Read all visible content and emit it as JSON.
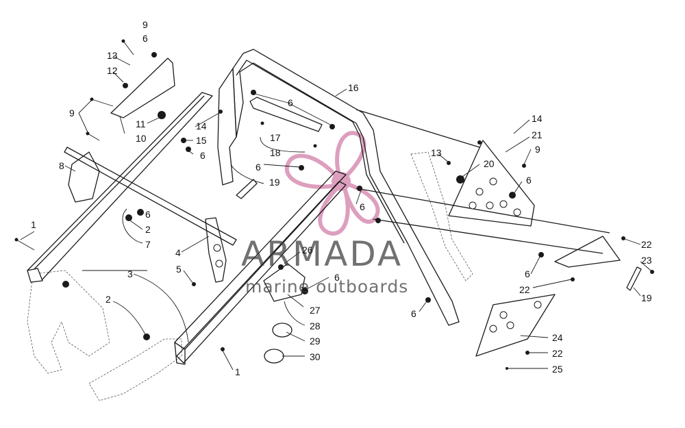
{
  "watermark": {
    "brand": "ARMADA",
    "tagline": "marine outboards",
    "logo_color": "#d88fb3",
    "text_color": "#3a3a3a"
  },
  "callouts": {
    "c9a": "9",
    "c6a": "6",
    "c13a": "13",
    "c12": "12",
    "c9b": "9",
    "c11": "11",
    "c10": "10",
    "c14a": "14",
    "c15": "15",
    "c6b": "6",
    "c8": "8",
    "c6c": "6",
    "c2a": "2",
    "c7": "7",
    "c1a": "1",
    "c3": "3",
    "c2b": "2",
    "c4": "4",
    "c5": "5",
    "c16": "16",
    "c6d": "6",
    "c17": "17",
    "c18": "18",
    "c6e": "6",
    "c19a": "19",
    "c6f": "6",
    "c26": "26",
    "c6g": "6",
    "c27": "27",
    "c28": "28",
    "c29": "29",
    "c30": "30",
    "c1b": "1",
    "c14b": "14",
    "c21": "21",
    "c9c": "9",
    "c13b": "13",
    "c20": "20",
    "c6h": "6",
    "c22a": "22",
    "c23": "23",
    "c6i": "6",
    "c22b": "22",
    "c19b": "19",
    "c6j": "6",
    "c24": "24",
    "c22c": "22",
    "c25": "25"
  }
}
